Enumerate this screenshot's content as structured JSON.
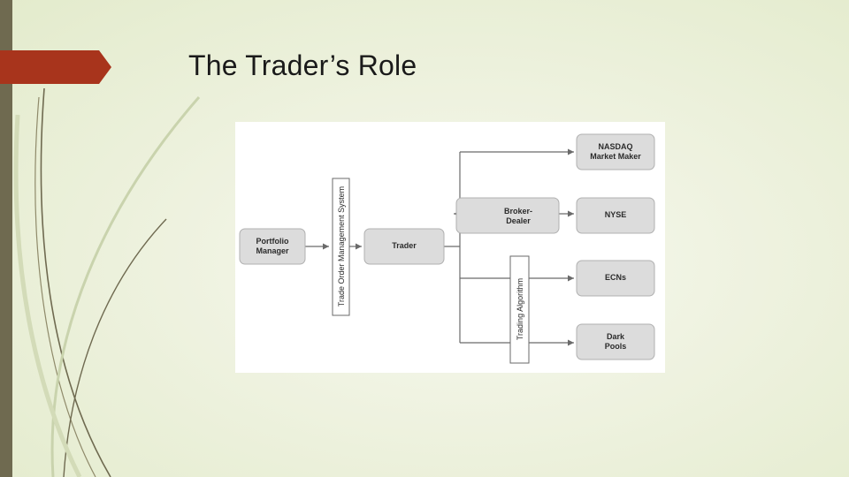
{
  "slide": {
    "title": "The Trader’s Role"
  },
  "diagram": {
    "nodes": {
      "portfolio_manager": [
        "Portfolio",
        "Manager"
      ],
      "toms": "Trade Order Management System",
      "trader": "Trader",
      "broker_dealer": [
        "Broker-",
        "Dealer"
      ],
      "trading_algorithm": "Trading Algorithm",
      "nasdaq": [
        "NASDAQ",
        "Market Maker"
      ],
      "nyse": "NYSE",
      "ecns": "ECNs",
      "dark_pools": [
        "Dark",
        "Pools"
      ]
    }
  },
  "colors": {
    "accent": "#a8341c",
    "sidebar": "#6f6a50",
    "node_fill": "#dcdcdc",
    "node_stroke": "#b0b0b0",
    "arrow": "#6a6a6a"
  }
}
